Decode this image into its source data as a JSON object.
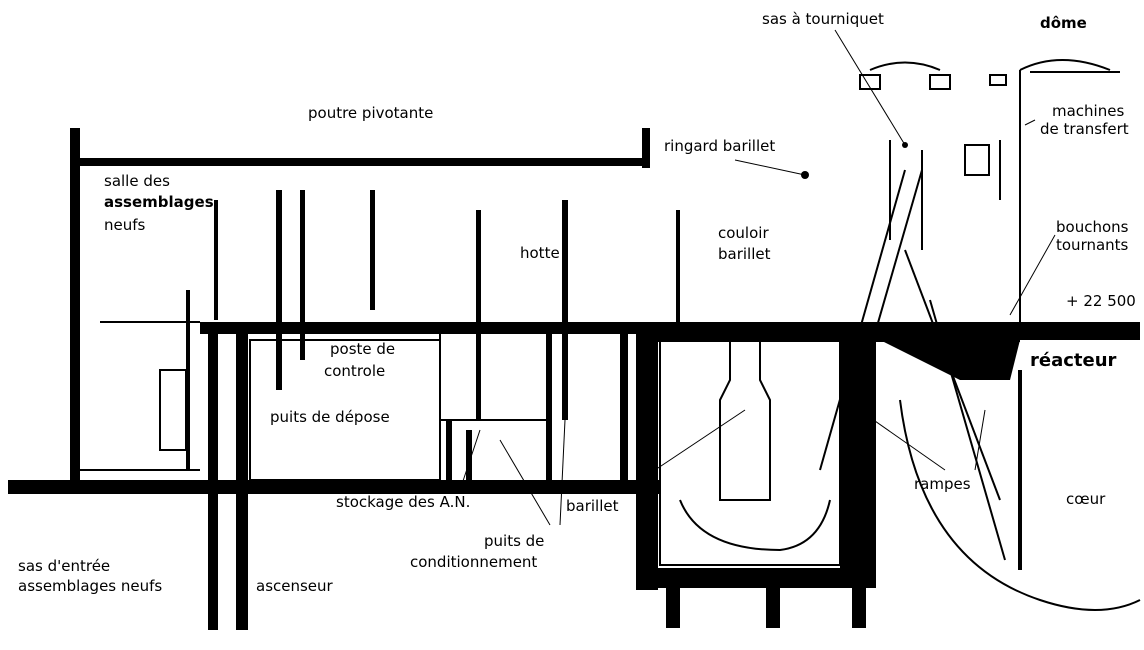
{
  "diagram": {
    "labels": {
      "sas_tourniquet": "sas à tourniquet",
      "dome": "dôme",
      "machines_transfert_1": "machines",
      "machines_transfert_2": "de transfert",
      "poutre_pivotante": "poutre pivotante",
      "ringard_barillet": "ringard barillet",
      "salle_1": "salle des",
      "salle_2": "assemblages",
      "salle_3": "neufs",
      "couloir_1": "couloir",
      "couloir_2": "barillet",
      "hotte": "hotte",
      "bouchons_1": "bouchons",
      "bouchons_2": "tournants",
      "elevation": "+ 22 500",
      "reacteur": "réacteur",
      "poste_1": "poste de",
      "poste_2": "controle",
      "puits_depose": "puits de dépose",
      "rampes": "rampes",
      "coeur": "cœur",
      "stockage": "stockage des A.N.",
      "barillet": "barillet",
      "puits_cond_1": "puits de",
      "puits_cond_2": "conditionnement",
      "sas_entree_1": "sas d'entrée",
      "sas_entree_2": "assemblages neufs",
      "ascenseur": "ascenseur"
    }
  }
}
